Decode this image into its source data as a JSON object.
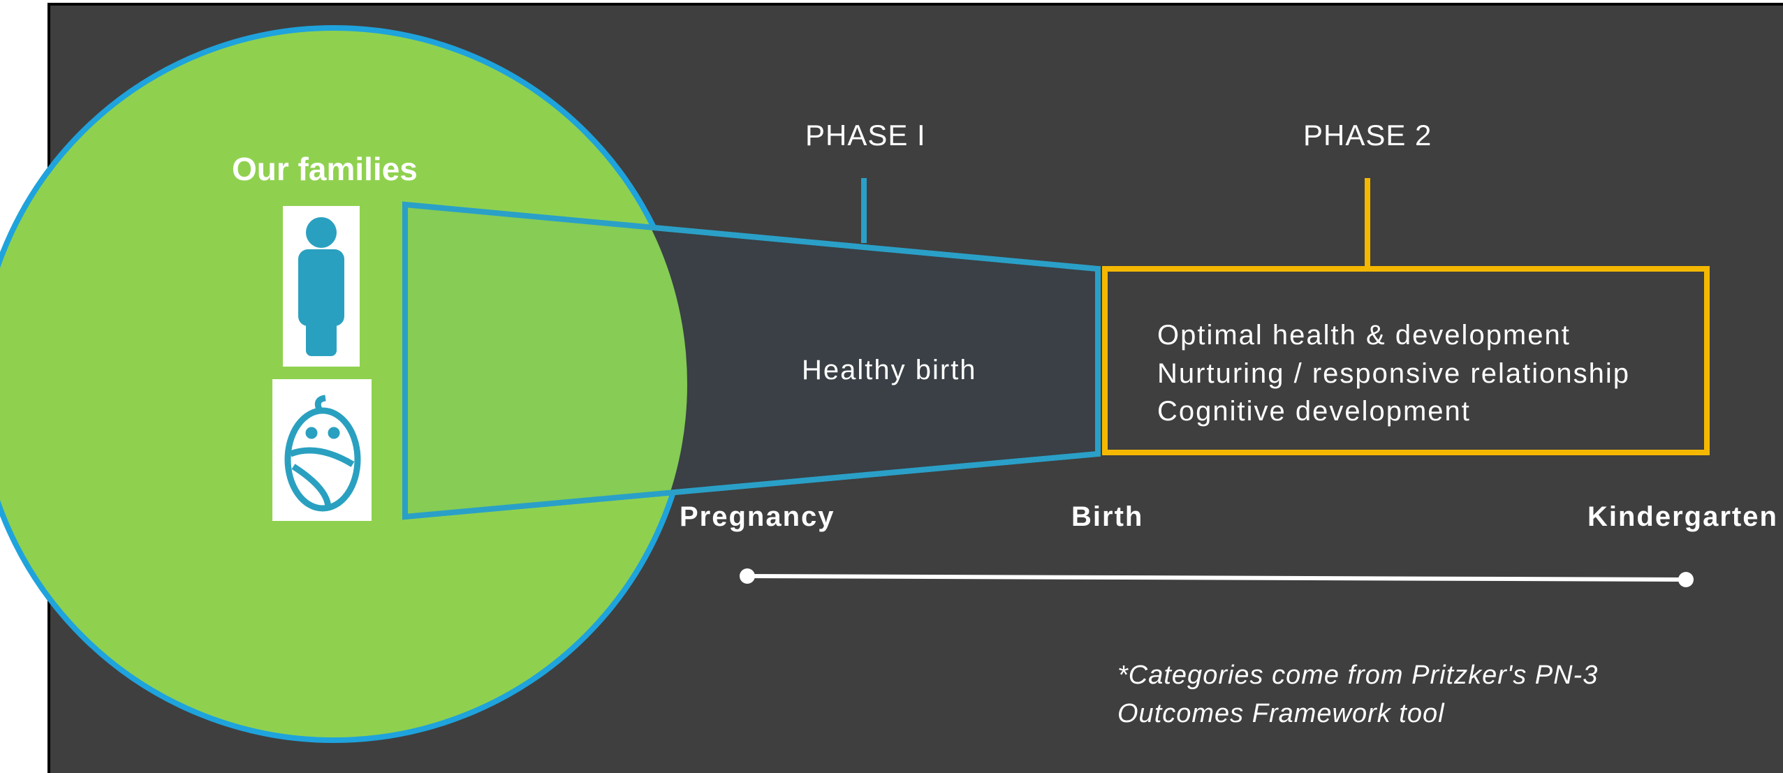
{
  "diagram": {
    "colors": {
      "background": "#3f3f3f",
      "circle_fill": "#8fd14f",
      "circle_stroke": "#1fa3dc",
      "funnel_stroke": "#2aa0c8",
      "phase2_stroke": "#f5b800",
      "timeline": "#ffffff",
      "icon": "#2aa0c0"
    },
    "families_label": "Our families",
    "icons": [
      "person-icon",
      "swaddled-baby-icon"
    ],
    "phase1_label": "PHASE I",
    "phase2_label": "PHASE 2",
    "phase1_outcome": "Healthy birth",
    "phase2_outcomes": [
      "Optimal health & development",
      "Nurturing / responsive relationship",
      "Cognitive development"
    ],
    "timeline": {
      "milestones": [
        "Pregnancy",
        "Birth",
        "Kindergarten"
      ]
    },
    "footnote": [
      "*Categories come from Pritzker's PN-3",
      "Outcomes Framework tool"
    ]
  }
}
